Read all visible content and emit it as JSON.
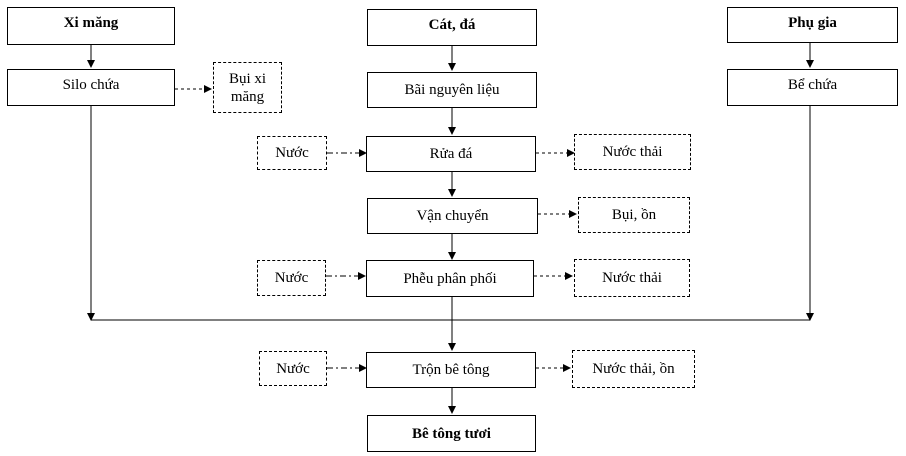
{
  "nodes": {
    "xi_mang": "Xi măng",
    "cat_da": "Cát, đá",
    "phu_gia": "Phụ gia",
    "silo_chua": "Silo chứa",
    "bui_xi_mang": "Bụi xi măng",
    "bai_nguyen_lieu": "Bãi nguyên liệu",
    "be_chua": "Bể chứa",
    "nuoc_1": "Nước",
    "rua_da": "Rửa đá",
    "nuoc_thai_1": "Nước thải",
    "van_chuyen": "Vận chuyển",
    "bui_on": "Bụi, ồn",
    "nuoc_2": "Nước",
    "pheu_phan_phoi": "Phễu phân phối",
    "nuoc_thai_2": "Nước thải",
    "nuoc_3": "Nước",
    "tron_be_tong": "Trộn bê tông",
    "nuoc_thai_on": "Nước thải, ồn",
    "be_tong_tuoi": "Bê tông tươi"
  }
}
